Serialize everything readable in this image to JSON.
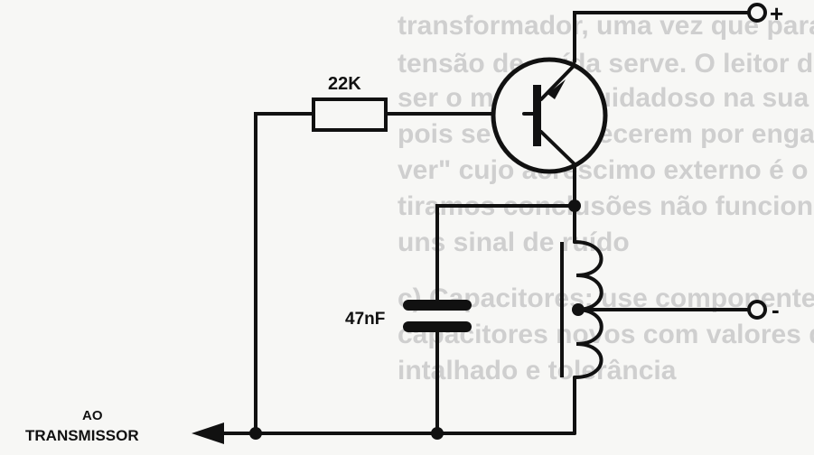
{
  "background_text": [
    "transformador, uma vez que para dado",
    "tensão de saída serve. O leitor deve",
    "ser o máximo cuidadoso na sua aquisição,",
    "pois se lhe fornecerem por engano um \"de",
    "ver\" cujo acréscimo externo é o mesmo, e",
    "tiramos conclusões não funcionam. Em alg",
    "uns sinal de ruído",
    "c) Capacitores: use componentes de",
    "capacitores novos com valores dados",
    "intalhado e tolerância"
  ],
  "components": {
    "resistor_label": "22K",
    "capacitor_label": "47nF"
  },
  "terminals": {
    "plus_label": "+",
    "minus_label": "-"
  },
  "output": {
    "line1": "AO",
    "line2": "TRANSMISSOR"
  },
  "colors": {
    "ink": "#111111",
    "paper": "#f7f7f5",
    "bleed_text": "#cfcfcf"
  }
}
